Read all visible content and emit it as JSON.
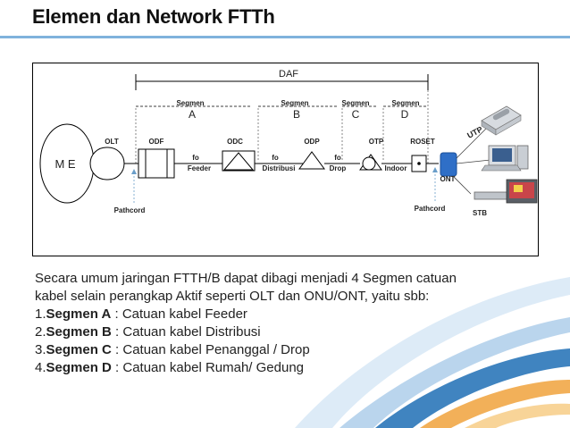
{
  "title": "Elemen dan Network FTTh",
  "diagram": {
    "daf": "DAF",
    "segments": [
      {
        "word": "Segmen",
        "letter": "A"
      },
      {
        "word": "Segmen",
        "letter": "B"
      },
      {
        "word": "Segmen",
        "letter": "C"
      },
      {
        "word": "Segmen",
        "letter": "D"
      }
    ],
    "me": "M E",
    "olt": "OLT",
    "odf": "ODF",
    "odc": "ODC",
    "odp": "ODP",
    "otp": "OTP",
    "roset": "ROSET",
    "utp": "UTP",
    "ont": "ONT",
    "stb": "STB",
    "pathcord_left": "Pathcord",
    "pathcord_right": "Pathcord",
    "fo1": "fo",
    "feeder": "Feeder",
    "fo2": "fo",
    "distribusi": "Distribusi",
    "fo3": "fo",
    "drop": "Drop",
    "indoor": "Indoor"
  },
  "body": {
    "intro_line1": "Secara umum jaringan FTTH/B dapat  dibagi menjadi 4 Segmen catuan",
    "intro_line2": "kabel selain perangkap Aktif seperti OLT dan ONU/ONT, yaitu sbb:",
    "items": [
      {
        "num": "1.",
        "name": "Segmen A",
        "desc": " : Catuan kabel Feeder"
      },
      {
        "num": "2.",
        "name": "Segmen B",
        "desc": " : Catuan kabel Distribusi"
      },
      {
        "num": "3.",
        "name": "Segmen C",
        "desc": " : Catuan kabel Penanggal / Drop"
      },
      {
        "num": "4.",
        "name": "Segmen D",
        "desc": " : Catuan kabel Rumah/ Gedung"
      }
    ]
  },
  "colors": {
    "title_line": "#7fb2dc",
    "swoosh_blue": "#1f6fb5",
    "swoosh_light": "#a9cbe8",
    "swoosh_orange": "#f0a23c",
    "ont_blue": "#2f6fc7"
  }
}
